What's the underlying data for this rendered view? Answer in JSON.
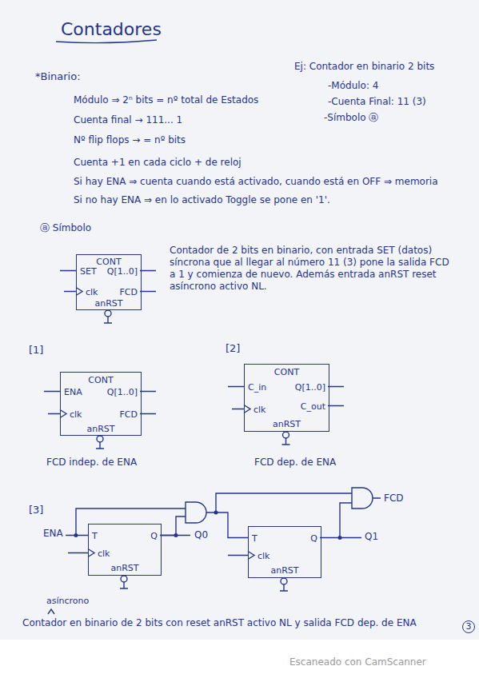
{
  "diagram": {
    "title": "Contadores",
    "nodes": [
      {
        "text": [
          "CONT",
          "SET",
          "clk",
          "Q[1..0]",
          "FCD",
          "anRST"
        ]
      },
      {
        "text": [
          "CONT",
          "ENA",
          "clk",
          "Q[1..0]",
          "FCD",
          "anRST"
        ]
      },
      {
        "text": [
          "CONT",
          "C_in",
          "clk",
          "Q[1..0]",
          "C_out",
          "anRST"
        ]
      },
      {
        "text": [
          "T",
          "Q",
          "clk",
          "anRST"
        ]
      },
      {
        "text": [
          "T",
          "Q",
          "clk",
          "anRST"
        ]
      }
    ],
    "edges": [
      {
        "from": 3,
        "to": 4,
        "arrow": "none"
      }
    ],
    "labels": [
      "*Binario:",
      "Ej: Contador en binario 2 bits",
      "-Módulo: 4",
      "-Cuenta Final: 11 (3)",
      "-Símbolo ⓐ",
      "Módulo ⇒ 2ⁿ bits = nº total de Estados",
      "Cuenta final → 111... 1",
      "Nº flip flops → = nº bits",
      "Cuenta +1 en cada ciclo + de reloj",
      "Si hay ENA ⇒ cuenta cuando está activado, cuando está en OFF ⇒ memoria",
      "Si no hay ENA ⇒ en lo activado Toggle se pone en '1'.",
      "ⓐ Símbolo",
      "Contador de 2 bits en binario, con entrada SET (datos) síncrona que al llegar al número 11 (3) pone la salida FCD a 1 y comienza de nuevo. Además entrada anRST reset asíncrono activo NL.",
      "[1]",
      "FCD indep. de ENA",
      "[2]",
      "FCD dep. de ENA",
      "[3]",
      "ENA",
      "Q0",
      "Q1",
      "FCD",
      "asíncrono",
      "Contador en binario de 2 bits con reset anRST activo NL y salida FCD dep. de ENA",
      "3",
      "Escaneado con CamScanner"
    ]
  }
}
